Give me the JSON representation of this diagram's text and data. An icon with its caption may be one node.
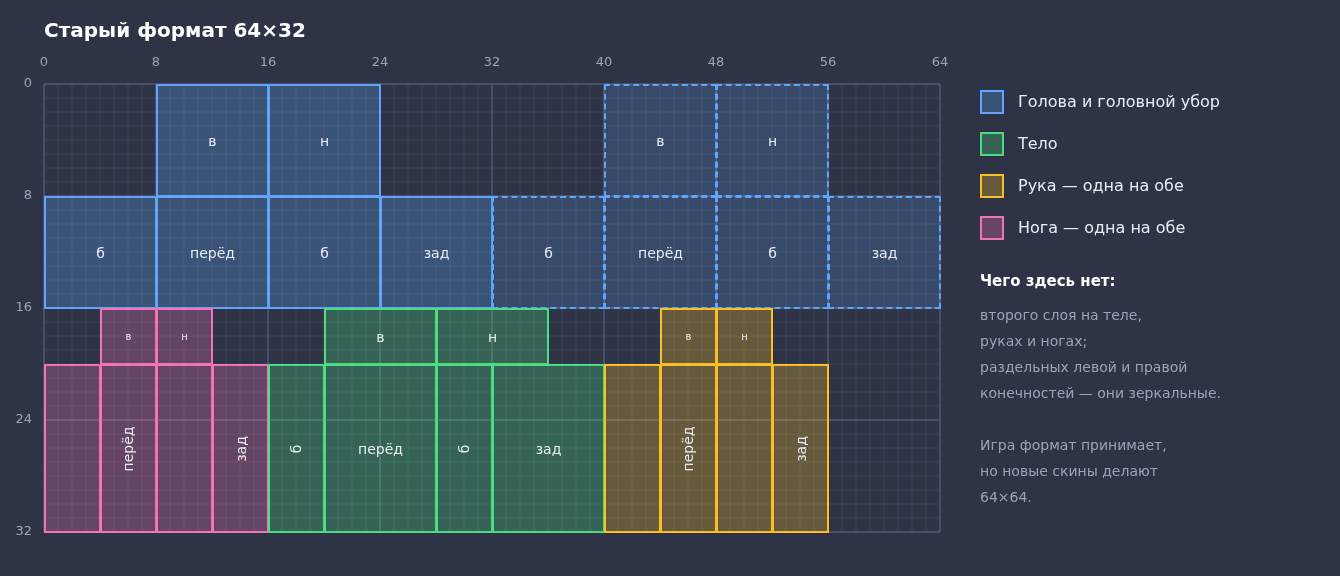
{
  "diagram": {
    "title": "Старый формат 64×32",
    "nodes": [
      {
        "text": [
          "в"
        ]
      },
      {
        "text": [
          "н"
        ]
      },
      {
        "text": [
          "в"
        ]
      },
      {
        "text": [
          "н"
        ]
      },
      {
        "text": [
          "б"
        ]
      },
      {
        "text": [
          "перёд"
        ]
      },
      {
        "text": [
          "б"
        ]
      },
      {
        "text": [
          "зад"
        ]
      },
      {
        "text": [
          "б"
        ]
      },
      {
        "text": [
          "перёд"
        ]
      },
      {
        "text": [
          "б"
        ]
      },
      {
        "text": [
          "зад"
        ]
      },
      {
        "text": [
          "в"
        ]
      },
      {
        "text": [
          "н"
        ]
      },
      {
        "text": [
          "в"
        ]
      },
      {
        "text": [
          "н"
        ]
      },
      {
        "text": [
          "в"
        ]
      },
      {
        "text": [
          "н"
        ]
      },
      {
        "text": [],
        "shape": "box"
      },
      {
        "text": [
          "перёд"
        ]
      },
      {
        "text": [],
        "shape": "box"
      },
      {
        "text": [
          "зад"
        ]
      },
      {
        "text": [
          "б"
        ]
      },
      {
        "text": [
          "перёд"
        ]
      },
      {
        "text": [
          "б"
        ]
      },
      {
        "text": [
          "зад"
        ]
      },
      {
        "text": [],
        "shape": "box"
      },
      {
        "text": [
          "перёд"
        ]
      },
      {
        "text": [],
        "shape": "box"
      },
      {
        "text": [
          "зад"
        ]
      }
    ],
    "labels": [
      "0",
      "8",
      "16",
      "24",
      "32",
      "40",
      "48",
      "56",
      "64",
      "0",
      "8",
      "16",
      "24",
      "32",
      "Чего здесь нет:",
      "второго слоя на теле, руках и ногах;",
      "раздельных левой и правой конечностей — они зеркальные.",
      "Игра формат принимает, но новые скины делают 64×64."
    ],
    "legend": [
      {
        "text": "Голова и головной убор",
        "color": "#60a5fa"
      },
      {
        "text": "Тело",
        "color": "#4ade80"
      },
      {
        "text": "Рука — одна на обе",
        "color": "#fbbf24"
      },
      {
        "text": "Нога — одна на обе",
        "color": "#f472b6"
      }
    ]
  }
}
